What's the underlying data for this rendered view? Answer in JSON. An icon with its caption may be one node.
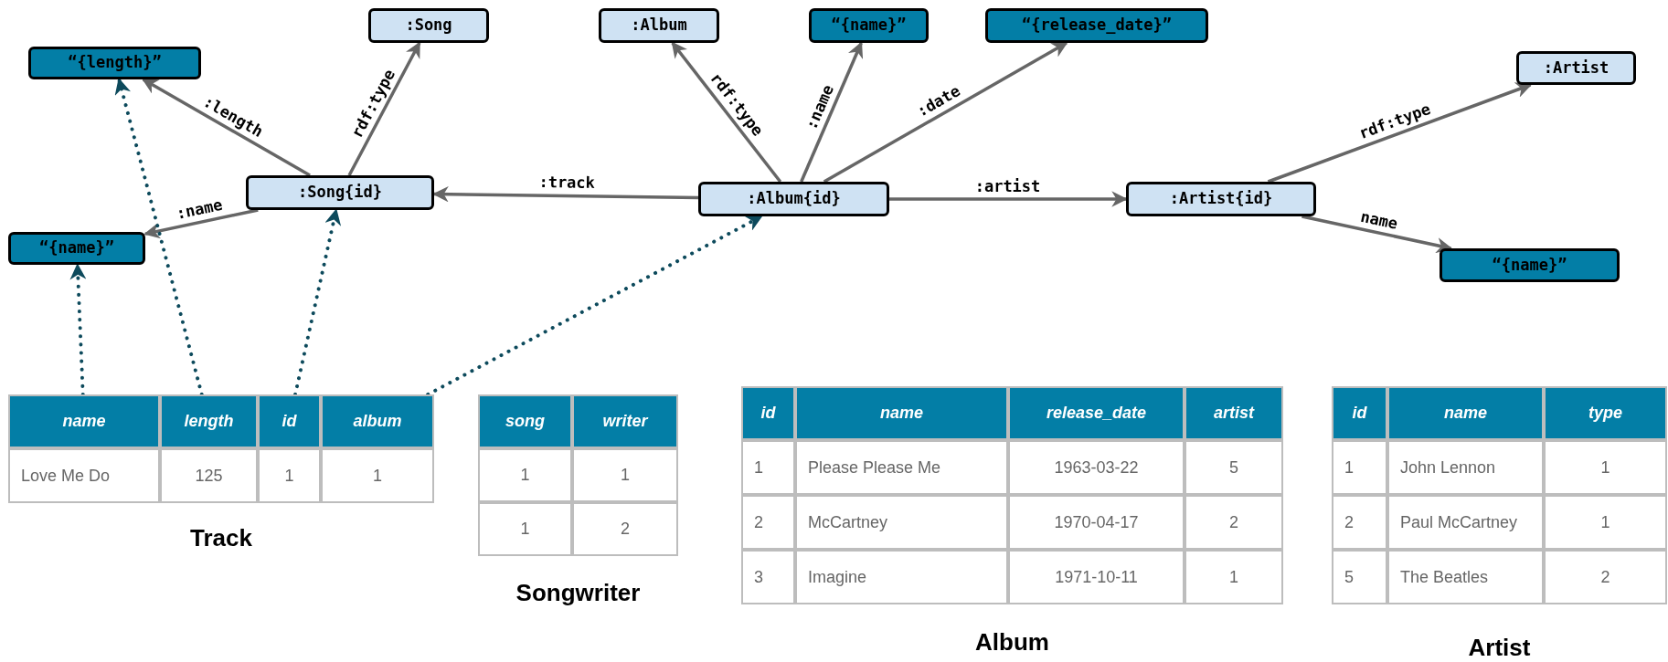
{
  "diagram": {
    "nodes": [
      {
        "text": [
          "“{length}”"
        ]
      },
      {
        "text": [
          ":Song"
        ]
      },
      {
        "text": [
          ":Album"
        ]
      },
      {
        "text": [
          "“{name}”"
        ]
      },
      {
        "text": [
          "“{release_date}”"
        ]
      },
      {
        "text": [
          ":Artist"
        ]
      },
      {
        "text": [
          ":Song{id}"
        ]
      },
      {
        "text": [
          ":Album{id}"
        ]
      },
      {
        "text": [
          ":Artist{id}"
        ]
      },
      {
        "text": [
          "“{name}”"
        ]
      },
      {
        "text": [
          "“{name}”"
        ]
      },
      {
        "text": [
          "name"
        ]
      },
      {
        "text": [
          "length"
        ]
      },
      {
        "text": [
          "id"
        ]
      },
      {
        "text": [
          "album"
        ]
      }
    ],
    "edges": [
      {
        "from": 6,
        "to": 0,
        "arrow": "to",
        "label": ":length"
      },
      {
        "from": 6,
        "to": 1,
        "arrow": "to",
        "label": "rdf:type"
      },
      {
        "from": 6,
        "to": 9,
        "arrow": "to",
        "label": ":name"
      },
      {
        "from": 7,
        "to": 6,
        "arrow": "to",
        "label": ":track"
      },
      {
        "from": 7,
        "to": 2,
        "arrow": "to",
        "label": "rdf:type"
      },
      {
        "from": 7,
        "to": 3,
        "arrow": "to",
        "label": ":name"
      },
      {
        "from": 7,
        "to": 4,
        "arrow": "to",
        "label": ":date"
      },
      {
        "from": 7,
        "to": 8,
        "arrow": "to",
        "label": ":artist"
      },
      {
        "from": 8,
        "to": 5,
        "arrow": "to",
        "label": "rdf:type"
      },
      {
        "from": 8,
        "to": 10,
        "arrow": "to",
        "label": "name"
      },
      {
        "from": 11,
        "to": 9,
        "arrow": "to",
        "style": "dashed",
        "color": "#0d4a5c"
      },
      {
        "from": 12,
        "to": 0,
        "arrow": "to",
        "style": "dashed",
        "color": "#0d4a5c"
      },
      {
        "from": 13,
        "to": 6,
        "arrow": "to",
        "style": "dashed",
        "color": "#0d4a5c"
      },
      {
        "from": 14,
        "to": 7,
        "arrow": "to",
        "style": "dashed",
        "color": "#0d4a5c"
      }
    ],
    "labels": [
      "Love Me Do",
      "125",
      "1",
      "1",
      "Track",
      "song",
      "writer",
      "1",
      "1",
      "1",
      "2",
      "Songwriter",
      "id",
      "name",
      "release_date",
      "artist",
      "1",
      "Please Please Me",
      "1963-03-22",
      "5",
      "2",
      "McCartney",
      "1970-04-17",
      "2",
      "3",
      "Imagine",
      "1971-10-11",
      "1",
      "Album",
      "id",
      "name",
      "type",
      "1",
      "John Lennon",
      "1",
      "2",
      "Paul McCartney",
      "1",
      "5",
      "The Beatles",
      "2",
      "Artist"
    ]
  }
}
